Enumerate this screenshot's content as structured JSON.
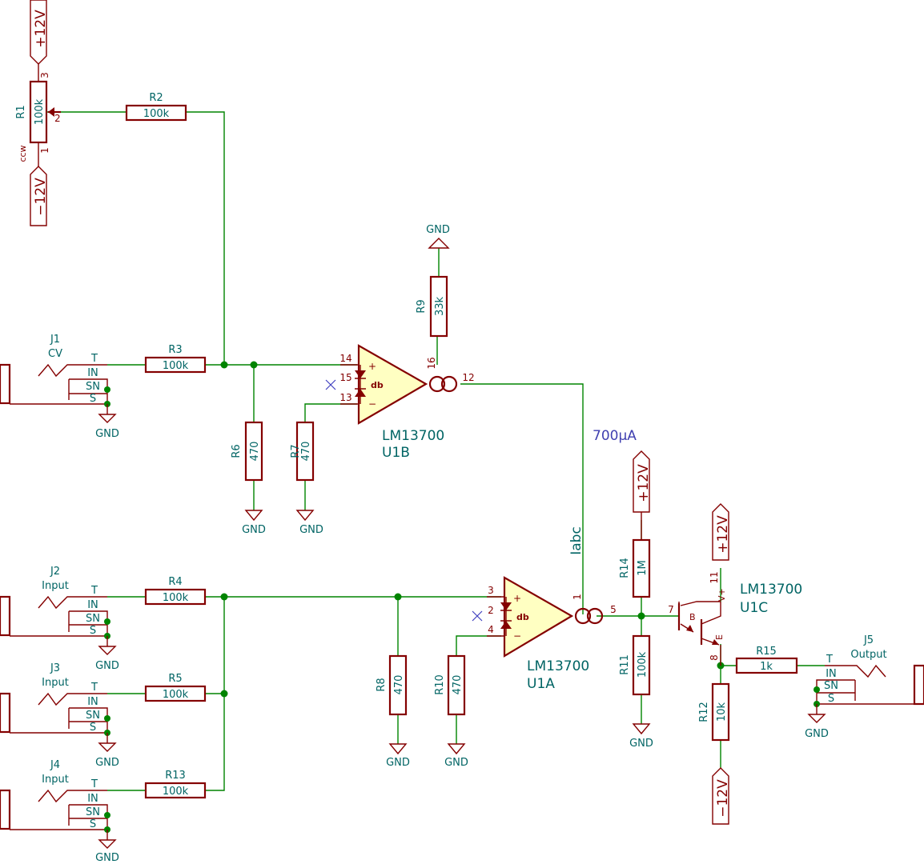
{
  "schematic": {
    "power": {
      "pos": "+12V",
      "neg": "−12V",
      "gnd": "GND"
    },
    "resistors": [
      {
        "ref": "R1",
        "value": "100k"
      },
      {
        "ref": "R2",
        "value": "100k"
      },
      {
        "ref": "R3",
        "value": "100k"
      },
      {
        "ref": "R4",
        "value": "100k"
      },
      {
        "ref": "R5",
        "value": "100k"
      },
      {
        "ref": "R6",
        "value": "470"
      },
      {
        "ref": "R7",
        "value": "470"
      },
      {
        "ref": "R8",
        "value": "470"
      },
      {
        "ref": "R9",
        "value": "33k"
      },
      {
        "ref": "R10",
        "value": "470"
      },
      {
        "ref": "R11",
        "value": "100k"
      },
      {
        "ref": "R12",
        "value": "10k"
      },
      {
        "ref": "R13",
        "value": "100k"
      },
      {
        "ref": "R14",
        "value": "1M"
      },
      {
        "ref": "R15",
        "value": "1k"
      }
    ],
    "pot_ccw": "ccw",
    "jacks": [
      {
        "ref": "J1",
        "name": "CV"
      },
      {
        "ref": "J2",
        "name": "Input"
      },
      {
        "ref": "J3",
        "name": "Input"
      },
      {
        "ref": "J4",
        "name": "Input"
      },
      {
        "ref": "J5",
        "name": "Output"
      }
    ],
    "jack_pins": {
      "t": "T",
      "in": "IN",
      "sn": "SN",
      "s": "S"
    },
    "opamps": [
      {
        "ref": "U1B",
        "part": "LM13700"
      },
      {
        "ref": "U1A",
        "part": "LM13700"
      },
      {
        "ref": "U1C",
        "part": "LM13700"
      }
    ],
    "iabc_label": "Iabc",
    "iabc_note": "700µA",
    "diode_label": "db",
    "pins": {
      "r1_top": "3",
      "r1_wiper": "2",
      "r1_bot": "1",
      "u1b_plus": "14",
      "u1b_db": "15",
      "u1b_minus": "13",
      "u1b_iabc": "16",
      "u1b_out": "12",
      "u1a_plus": "3",
      "u1a_db": "2",
      "u1a_minus": "4",
      "u1a_iabc": "1",
      "u1a_out": "5",
      "u1c_base": "7",
      "u1c_vp": "11",
      "u1c_emit": "8"
    },
    "transistor": {
      "b": "B",
      "e": "E",
      "vplus": "V+"
    }
  }
}
